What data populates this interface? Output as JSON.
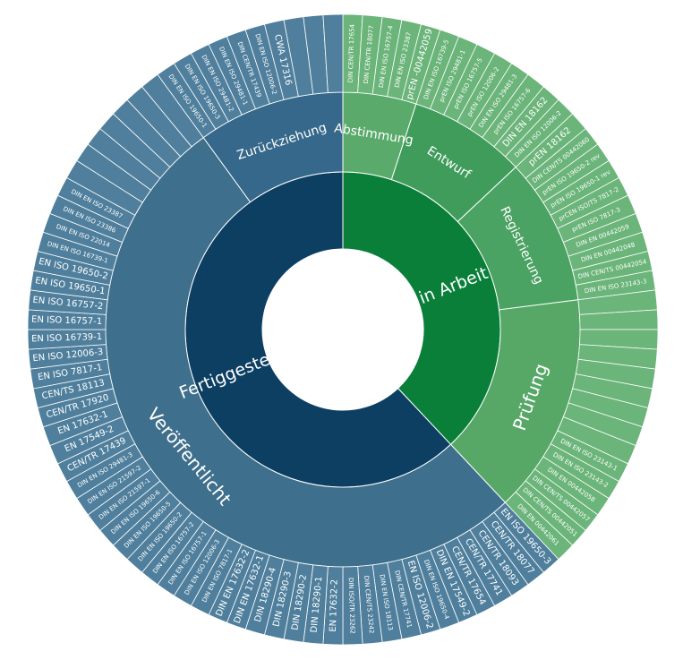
{
  "chart_data": {
    "type": "sunburst",
    "colors": {
      "in_arbeit": "#0a7f3a",
      "entwurf": "#3f9c5b",
      "registrierung": "#4aa263",
      "abstimmung": "#5aab6b",
      "pruefung": "#57a867",
      "outer_green": "#6bb47a",
      "fertiggestellt": "#0d3f63",
      "veroeffentlicht": "#3e6f8c",
      "zurueckziehung": "#35688a",
      "outer_blue": "#4f7f9c",
      "separator": "#ffffff"
    },
    "groups": [
      {
        "key": "in_arbeit",
        "label": "in Arbeit",
        "value": 38,
        "children": [
          {
            "key": "abstimmung",
            "label": "Abstimmung",
            "value": 5,
            "leaves": [
              "DIN CEN/TR 17654",
              "DIN CEN/TR 18077",
              "DIN EN ISO 16757-4",
              "DIN EN ISO 23387",
              "prEN -00442059"
            ]
          },
          {
            "key": "entwurf",
            "label": "Entwurf",
            "value": 8,
            "leaves": [
              "DIN EN ISO 16739-5",
              "prEN ISO 29481-1",
              "prEN ISO 16757-5",
              "prEN ISO 12006-2",
              "DIN EN ISO 29481-3",
              "prEN ISO 16757-6",
              "DIN EN 18162",
              "DIN EN ISO 12006-2"
            ]
          },
          {
            "key": "registrierung",
            "label": "Registrierung",
            "value": 10,
            "leaves": [
              "prEN 18162",
              "DIN CEN/TS 00442060",
              "prEN ISO 19650-2 rev",
              "prEN ISO 19650-1 rev",
              "prCEN ISO/TS 7817-2",
              "prEN ISO 7817-3",
              "DIN EN 00442059",
              "DIN EN 00442048",
              "DIN CEN/TS 00442054",
              "DIN EN ISO 23143-3"
            ]
          },
          {
            "key": "pruefung",
            "label": "Prüfung",
            "value": 15,
            "leaves": [
              "",
              "",
              "",
              "",
              "",
              "",
              "",
              "",
              "",
              "DIN EN ISO 23143-1",
              "DIN EN ISO 23143-2",
              "DIN EN 00442058",
              "DIN CEN/TS 00442057",
              "DIN CEN/TS 00442051",
              "DIN EN 00442061"
            ]
          }
        ]
      },
      {
        "key": "fertiggestellt",
        "label": "Fertiggestellt",
        "value": 62,
        "children": [
          {
            "key": "veroeffentlicht",
            "label": "Veröffentlicht",
            "value": 52,
            "leaves": [
              "EN ISO 19650-3",
              "CEN/TR 18077",
              "CEN/TR 18093",
              "CEN/TR 17741",
              "CEN/TR 17654",
              "DIN EN 17549-2",
              "DIN EN ISO 19650-4",
              "EN ISO 12006-2",
              "DIN CEN/TR 17741",
              "DIN EN ISO 18113",
              "DIN CEN/TS 23242",
              "DIN ISO/TR 23262",
              "EN 17632-2",
              "DIN 18290-1",
              "DIN 18290-2",
              "DIN 18290-3",
              "DIN 18290-4",
              "DIN EN 17632-1",
              "DIN EN 17632-2",
              "DIN EN ISO 7817-1",
              "DIN EN ISO 12006-3",
              "DIN EN ISO 16757-1",
              "DIN EN ISO 16757-2",
              "DIN EN ISO 19650-2",
              "DIN EN ISO 19650-5",
              "DIN EN ISO 19650-6",
              "DIN EN ISO 21597-1",
              "DIN EN ISO 21597-2",
              "DIN EN ISO 29481-3",
              "CEN/TR 17439",
              "EN 17549-2",
              "EN 17632-1",
              "CEN/TR 17920",
              "CEN/TS 18113",
              "EN ISO 7817-1",
              "EN ISO 12006-3",
              "EN ISO 16739-1",
              "EN ISO 16757-1",
              "EN ISO 16757-2",
              "EN ISO 19650-1",
              "EN ISO 19650-2",
              "DIN EN ISO 16739-1",
              "DIN EN ISO 22014",
              "DIN EN ISO 23386",
              "DIN EN ISO 23387",
              "",
              "",
              "",
              "",
              "",
              "",
              ""
            ]
          },
          {
            "key": "zurueckziehung",
            "label": "Zurückziehung",
            "value": 10,
            "leaves": [
              "DIN EN ISO 19650-1",
              "DIN EN ISO 19650-3",
              "DIN EN ISO 29481-2",
              "DIN EN ISO 29481-1",
              "DIN CEN/TR 17439",
              "DIN EN ISO 12006-2",
              "CWA 17316",
              "",
              "",
              ""
            ]
          }
        ]
      }
    ]
  }
}
